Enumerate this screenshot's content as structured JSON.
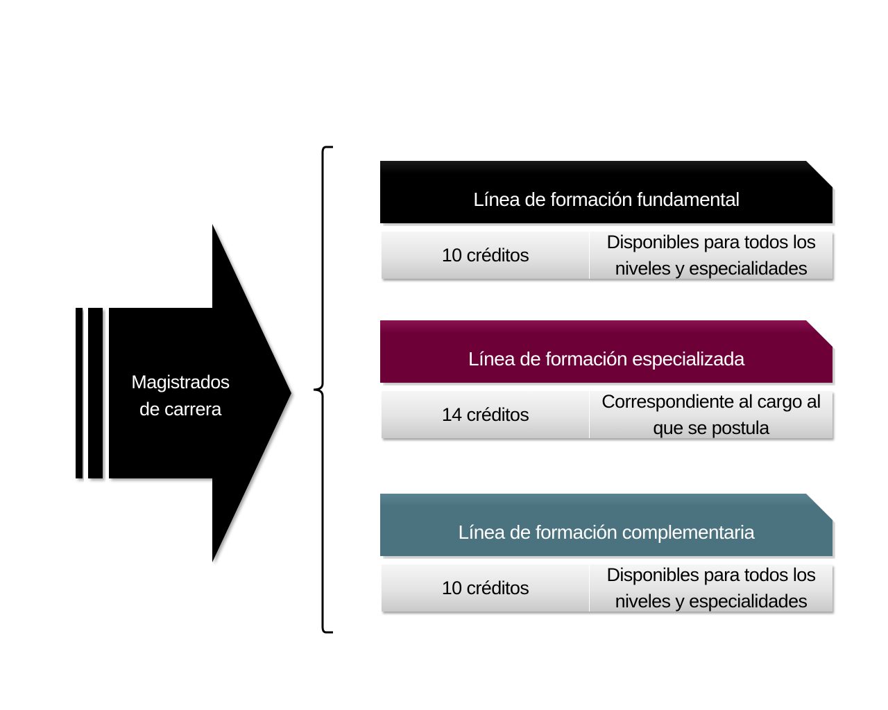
{
  "left_shape": {
    "label_line1": "Magistrados",
    "label_line2": "de carrera"
  },
  "lines": [
    {
      "title": "Línea de formación fundamental",
      "credits": "10 créditos",
      "description_line1": "Disponibles para todos los",
      "description_line2": "niveles y especialidades",
      "color": "#000000"
    },
    {
      "title": "Línea de formación especializada",
      "credits": "14 créditos",
      "description_line1": "Correspondiente al cargo al",
      "description_line2": "que se postula",
      "color": "#6e0038"
    },
    {
      "title": "Línea de formación complementaria",
      "credits": "10 créditos",
      "description_line1": "Disponibles para todos los",
      "description_line2": "niveles y especialidades",
      "color": "#4b727f"
    }
  ]
}
